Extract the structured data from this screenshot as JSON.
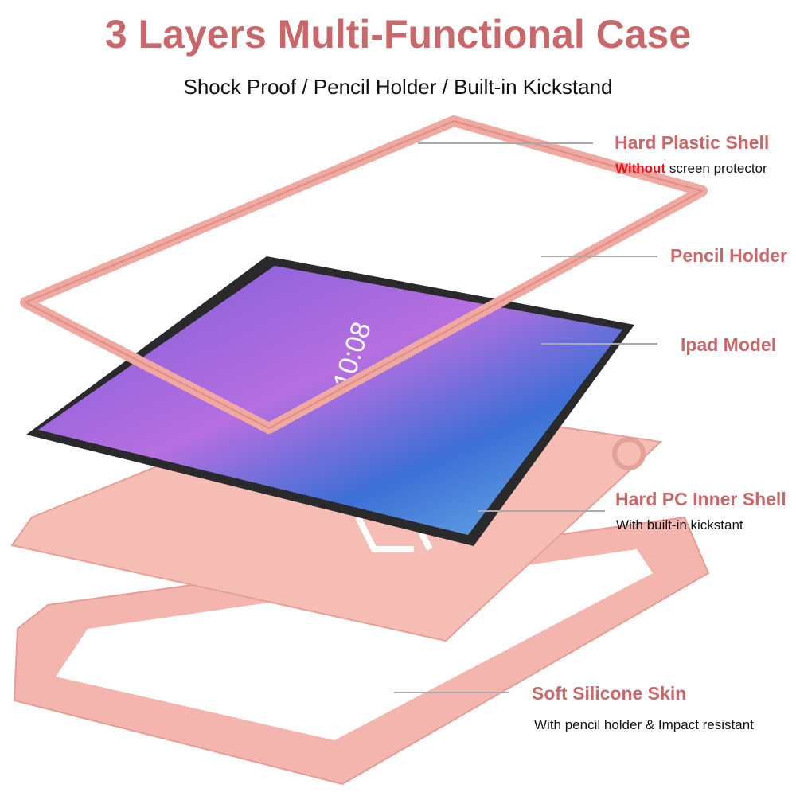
{
  "header": {
    "title": "3 Layers Multi-Functional Case",
    "subtitle": "Shock Proof / Pencil Holder / Built-in Kickstand"
  },
  "callouts": [
    {
      "label": "Hard Plastic Shell",
      "note_accent": "Without",
      "note": " screen protector"
    },
    {
      "label": "Pencil Holder"
    },
    {
      "label": "Ipad Model"
    },
    {
      "label": "Hard PC Inner Shell",
      "note": "With built-in kickstant"
    },
    {
      "label": "Soft Silicone Skin",
      "note": "With pencil holder & Impact resistant"
    }
  ],
  "tablet_screen": {
    "clock": "10:08"
  },
  "colors": {
    "title": "#c8686a",
    "accent_red": "#e8111a",
    "case_pink": "#f3b5ad",
    "tablet_bezel": "#2a2a2c"
  }
}
